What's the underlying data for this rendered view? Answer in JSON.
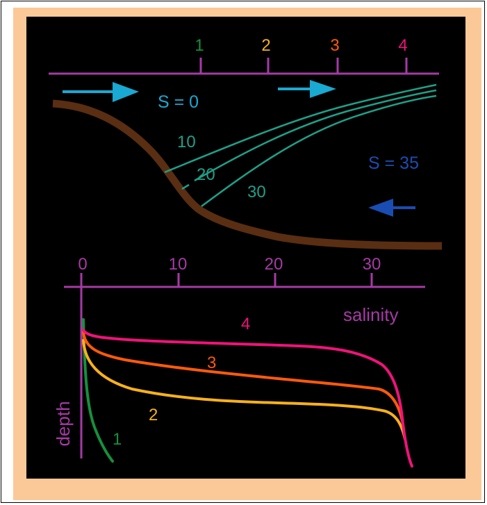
{
  "colors": {
    "background": "#000000",
    "border": "#fbc998",
    "axis": "#a63aa6",
    "seabed": "#5a2e12",
    "isohaline": "#1ea08a",
    "fresh_arrow": "#19a9d2",
    "salt_arrow": "#1a4db3",
    "fresh_label": "#19a9d2",
    "salt_label": "#1a4db3",
    "station_1": "#14913c",
    "station_2": "#f7b11b",
    "station_3": "#ff5a0a",
    "station_4": "#f0127a"
  },
  "top_panel": {
    "station_labels": [
      "1",
      "2",
      "3",
      "4"
    ],
    "fresh_label": "S = 0",
    "salt_label": "S = 35",
    "isohaline_labels": [
      "10",
      "20",
      "30"
    ]
  },
  "bottom_panel": {
    "x_ticks": [
      "0",
      "10",
      "20",
      "30"
    ],
    "x_label": "salinity",
    "y_label": "depth",
    "profile_labels": [
      "1",
      "2",
      "3",
      "4"
    ]
  }
}
